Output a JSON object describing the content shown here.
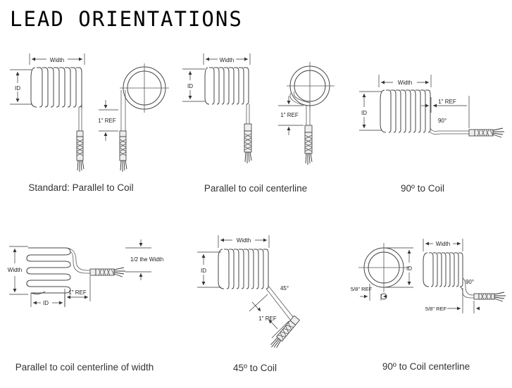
{
  "title": "LEAD ORIENTATIONS",
  "colors": {
    "line": "#444444",
    "text": "#333333",
    "background": "#ffffff"
  },
  "panels": [
    {
      "caption": "Standard: Parallel to Coil",
      "labels": {
        "width": "Width",
        "id": "ID",
        "ref": "1\" REF"
      }
    },
    {
      "caption": "Parallel to coil centerline",
      "labels": {
        "width": "Width",
        "id": "ID",
        "ref": "1\" REF"
      }
    },
    {
      "caption": "90º to Coil",
      "labels": {
        "width": "Width",
        "id": "ID",
        "ref": "1\" REF",
        "angle": "90°"
      }
    },
    {
      "caption": "Parallel to coil centerline of width",
      "labels": {
        "width": "Width",
        "id": "ID",
        "ref": "1\" REF",
        "half": "1/2 the Width"
      }
    },
    {
      "caption": "45º to Coil",
      "labels": {
        "width": "Width",
        "id": "ID",
        "ref": "1\" REF",
        "angle": "45°"
      }
    },
    {
      "caption": "90º to Coil centerline",
      "labels": {
        "width": "Width",
        "id": "ID",
        "ref1": "5/8\" REF",
        "ref2": "5/8\" REF",
        "angle": "90°"
      }
    }
  ]
}
